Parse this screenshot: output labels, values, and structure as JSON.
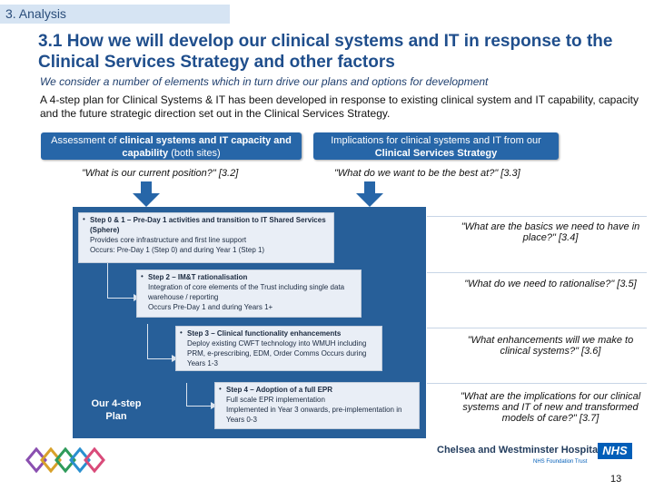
{
  "section": "3. Analysis",
  "title": "3.1 How we will develop our clinical systems and IT in response to the Clinical Services Strategy and other factors",
  "subtitle": "We consider a number of elements which in turn drive our plans and options for development",
  "intro": "A 4-step plan for Clinical Systems & IT has been developed in response to existing clinical system and IT capability, capacity and the future strategic direction set out in the Clinical Services Strategy.",
  "pills": {
    "left_pre": "Assessment of ",
    "left_bold": "clinical systems and IT capacity and capability",
    "left_post": " (both sites)",
    "right_pre": "Implications for clinical systems and IT from our ",
    "right_bold": "Clinical Services Strategy"
  },
  "questions_top": {
    "left": "\"What is our current position?\" [3.2]",
    "right": "\"What do we want to be the best at?\" [3.3]"
  },
  "steps": [
    {
      "head": "Step 0 & 1 – Pre-Day 1 activities and transition to IT Shared Services (Sphere)",
      "lines": [
        "Provides core infrastructure and first line support",
        "Occurs: Pre-Day 1 (Step 0) and during Year 1 (Step 1)"
      ]
    },
    {
      "head": "Step 2 – IM&T rationalisation",
      "lines": [
        "Integration of core elements of the Trust including single data warehouse / reporting",
        "Occurs Pre-Day 1 and during Years 1+"
      ]
    },
    {
      "head": "Step 3 – Clinical functionality enhancements",
      "lines": [
        "Deploy existing CWFT technology into WMUH including PRM, e-prescribing, EDM, Order Comms Occurs during Years 1-3"
      ]
    },
    {
      "head": "Step 4 – Adoption of a full EPR",
      "lines": [
        "Full scale EPR implementation",
        "Implemented in Year 3 onwards, pre-implementation in Years 0-3"
      ]
    }
  ],
  "panel_label": "Our 4-step Plan",
  "questions_right": [
    "\"What are the basics we need to have in place?\" [3.4]",
    "\"What do we need to rationalise?\" [3.5]",
    "\"What enhancements will we make to clinical systems?\" [3.6]",
    "\"What are the implications for our clinical systems and IT of new and transformed models of care?\" [3.7]"
  ],
  "footer": {
    "hospital": "Chelsea and Westminster Hospital",
    "nhs": "NHS",
    "trust": "NHS Foundation Trust",
    "page": "13"
  },
  "colors": {
    "accent": "#2766a8",
    "panel": "#275f99",
    "title": "#1f4e8c"
  }
}
